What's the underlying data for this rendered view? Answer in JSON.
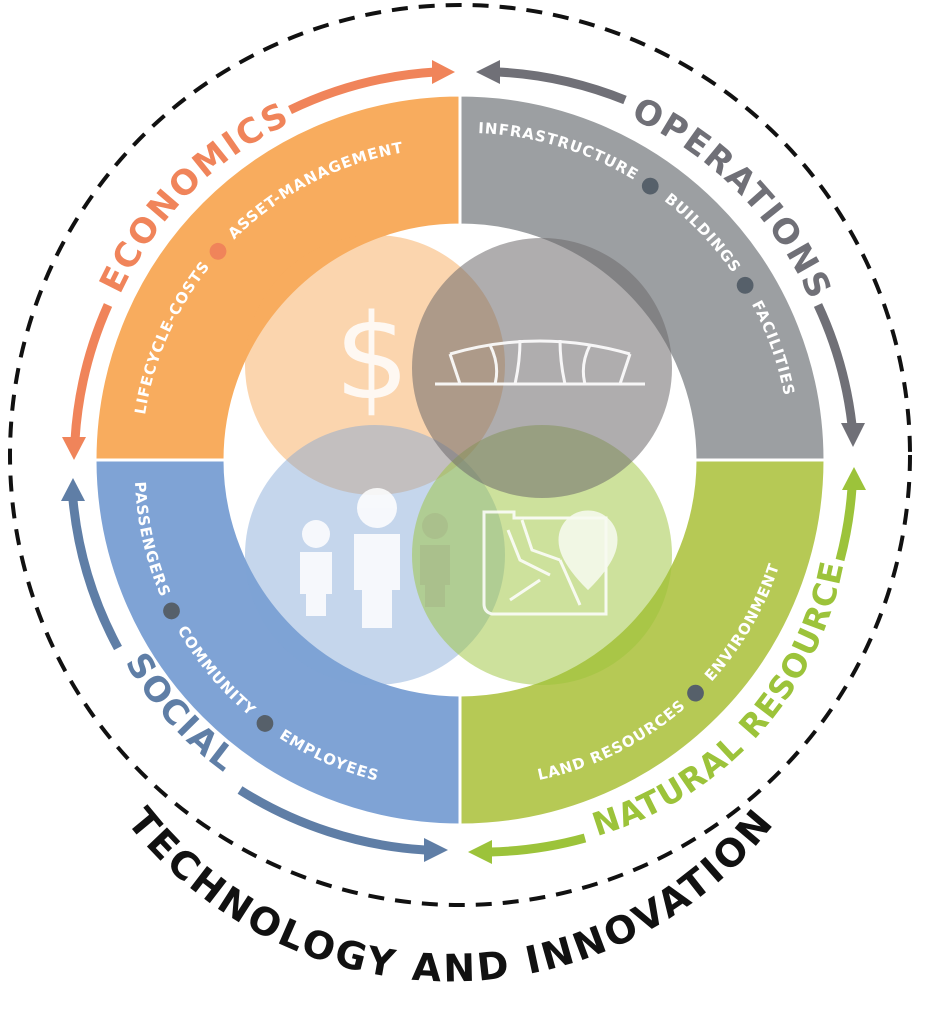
{
  "colors": {
    "economics": "#f0845a",
    "economics_ring": "#f8ac5e",
    "operations": "#707077",
    "operations_ring": "#9c9fa2",
    "natural": "#9cc33a",
    "natural_ring": "#b6c955",
    "social": "#5f7ea6",
    "social_ring": "#7fa3d5",
    "dot": "#56606a",
    "text_dark": "#111111"
  },
  "outer_label": "TECHNOLOGY AND INNOVATION",
  "quadrants": {
    "economics": {
      "title": "ECONOMICS",
      "items": [
        "LIFECYCLE-COSTS",
        "ASSET-MANAGEMENT"
      ]
    },
    "operations": {
      "title": "OPERATIONS",
      "items": [
        "INFRASTRUCTURE",
        "BUILDINGS",
        "FACILITIES"
      ]
    },
    "natural": {
      "title": "NATURAL RESOURCES",
      "items": [
        "LAND RESOURCES",
        "ENVIRONMENT"
      ]
    },
    "social": {
      "title": "SOCIAL",
      "items": [
        "PASSENGERS",
        "COMMUNITY",
        "EMPLOYEES"
      ]
    }
  },
  "center_icons": {
    "economics": "dollar-icon",
    "operations": "bridge-icon",
    "social": "people-icon",
    "natural": "map-pin-icon",
    "dollar_symbol": "$"
  }
}
